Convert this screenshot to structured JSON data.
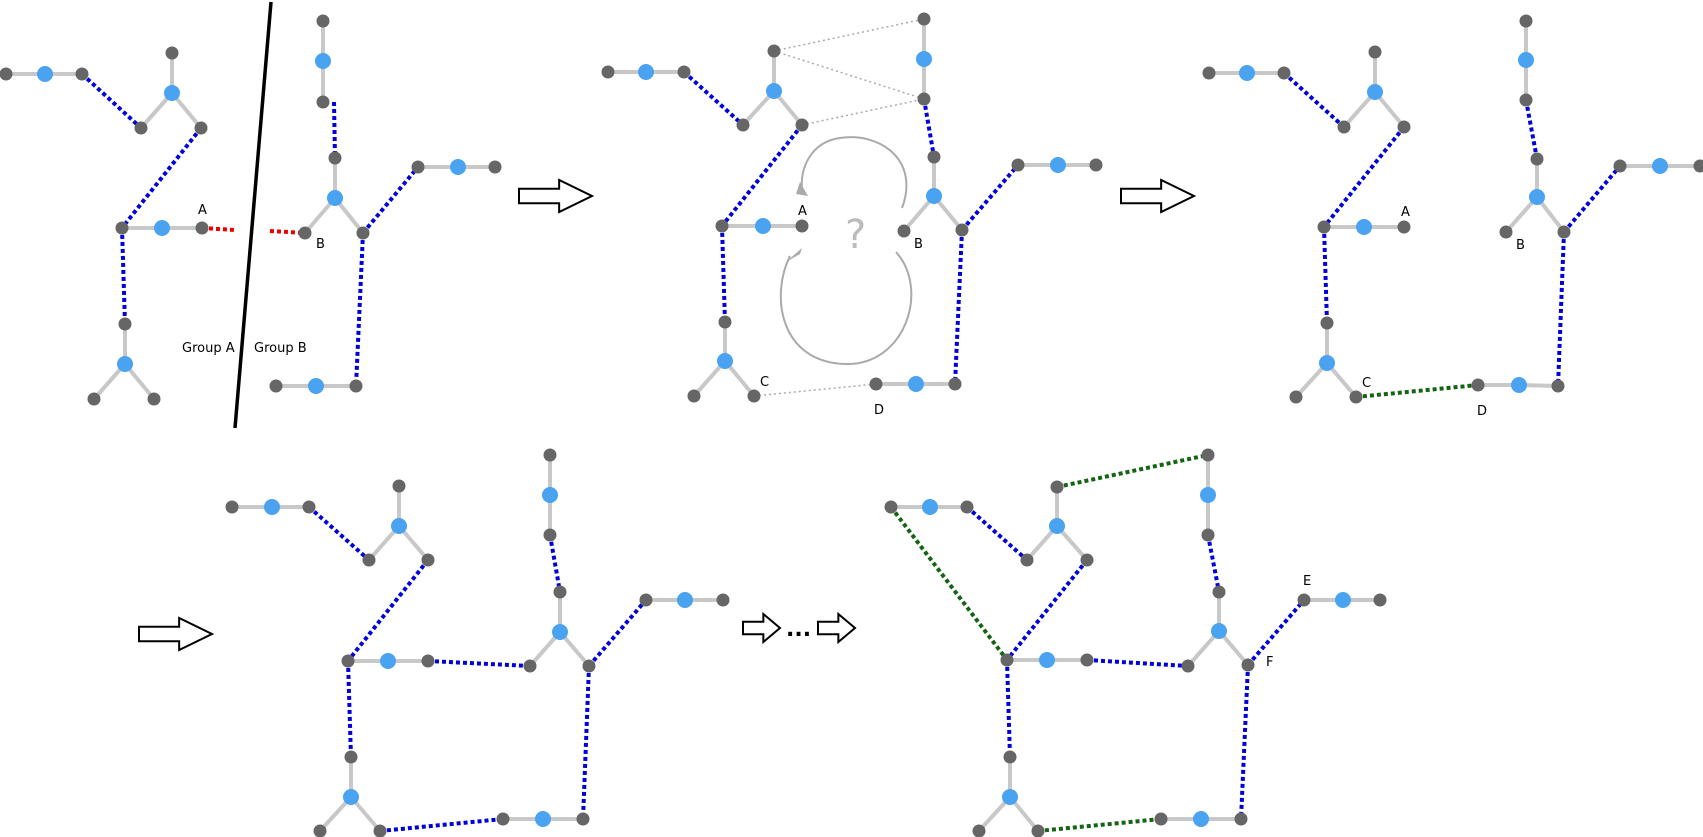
{
  "colors": {
    "bond": "#c8c8c8",
    "linker": "#0000dd",
    "cut": "#ee0000",
    "new_link": "#146414",
    "hint": "#aaaaaa",
    "node_dark": "#666666",
    "node_blue": "#4aa3f0"
  },
  "labels": {
    "a": "A",
    "b": "B",
    "c": "C",
    "d": "D",
    "e": "E",
    "f": "F",
    "group_a": "Group A",
    "group_b": "Group B",
    "question": "?",
    "dots": "..."
  }
}
